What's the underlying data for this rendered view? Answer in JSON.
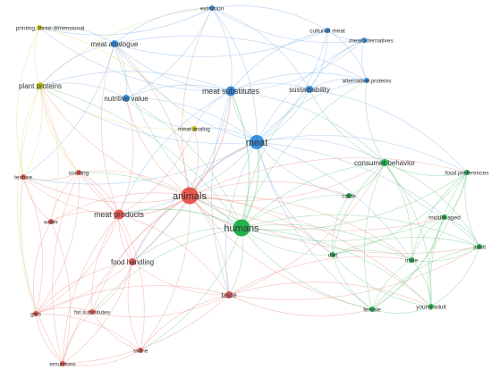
{
  "clusters": {
    "red": {
      "color": "#e8574f",
      "edge": "#ef9c97"
    },
    "green": {
      "color": "#23b14d",
      "edge": "#7fd08f"
    },
    "blue": {
      "color": "#3a8fde",
      "edge": "#8fbbe8"
    },
    "yellow": {
      "color": "#c9c41a",
      "edge": "#e2df83"
    }
  },
  "nodes": [
    {
      "id": "extrusion",
      "label": "extrusion",
      "cluster": "blue",
      "weight": 1
    },
    {
      "id": "cultured-meat",
      "label": "cultured meat",
      "cluster": "blue",
      "weight": 1
    },
    {
      "id": "meat-alternatives",
      "label": "meat alternatives",
      "cluster": "blue",
      "weight": 1
    },
    {
      "id": "printing",
      "label": "printing, three-dimensional",
      "cluster": "yellow",
      "weight": 1
    },
    {
      "id": "meat-analogue",
      "label": "meat analogue",
      "cluster": "blue",
      "weight": 2
    },
    {
      "id": "plant-proteins",
      "label": "plant proteins",
      "cluster": "yellow",
      "weight": 2
    },
    {
      "id": "nutritive-value",
      "label": "nutritive value",
      "cluster": "blue",
      "weight": 2
    },
    {
      "id": "meat-substitutes",
      "label": "meat substitutes",
      "cluster": "blue",
      "weight": 3
    },
    {
      "id": "sustainability",
      "label": "sustainability",
      "cluster": "blue",
      "weight": 2
    },
    {
      "id": "alternative-proteins",
      "label": "alternative proteins",
      "cluster": "blue",
      "weight": 1
    },
    {
      "id": "meat-analog",
      "label": "meat analog",
      "cluster": "yellow",
      "weight": 1
    },
    {
      "id": "meat",
      "label": "meat",
      "cluster": "blue",
      "weight": 4
    },
    {
      "id": "consumer-behavior",
      "label": "consumer behavior",
      "cluster": "green",
      "weight": 2
    },
    {
      "id": "food-preferences",
      "label": "food preferences",
      "cluster": "green",
      "weight": 1
    },
    {
      "id": "texture",
      "label": "texture",
      "cluster": "red",
      "weight": 1
    },
    {
      "id": "cooking",
      "label": "cooking",
      "cluster": "red",
      "weight": 1
    },
    {
      "id": "animals",
      "label": "animals",
      "cluster": "red",
      "weight": 5
    },
    {
      "id": "cattle",
      "label": "cattle",
      "cluster": "green",
      "weight": 1
    },
    {
      "id": "water",
      "label": "water",
      "cluster": "red",
      "weight": 1
    },
    {
      "id": "meat-products",
      "label": "meat products",
      "cluster": "red",
      "weight": 3
    },
    {
      "id": "humans",
      "label": "humans",
      "cluster": "green",
      "weight": 5
    },
    {
      "id": "middle-aged",
      "label": "middle aged",
      "cluster": "green",
      "weight": 1
    },
    {
      "id": "adult",
      "label": "adult",
      "cluster": "green",
      "weight": 1
    },
    {
      "id": "food-handling",
      "label": "food handling",
      "cluster": "red",
      "weight": 2
    },
    {
      "id": "diet",
      "label": "diet",
      "cluster": "green",
      "weight": 1
    },
    {
      "id": "male",
      "label": "male",
      "cluster": "green",
      "weight": 1
    },
    {
      "id": "taste",
      "label": "taste",
      "cluster": "red",
      "weight": 2
    },
    {
      "id": "female",
      "label": "female",
      "cluster": "green",
      "weight": 1
    },
    {
      "id": "young-adult",
      "label": "young adult",
      "cluster": "green",
      "weight": 1
    },
    {
      "id": "gels",
      "label": "gels",
      "cluster": "red",
      "weight": 1
    },
    {
      "id": "fat-substitutes",
      "label": "fat substitutes",
      "cluster": "red",
      "weight": 1
    },
    {
      "id": "swine",
      "label": "swine",
      "cluster": "red",
      "weight": 1
    },
    {
      "id": "emulsions",
      "label": "emulsions",
      "cluster": "red",
      "weight": 1
    }
  ],
  "edges": [
    [
      "animals",
      "meat-products"
    ],
    [
      "animals",
      "humans"
    ],
    [
      "animals",
      "meat"
    ],
    [
      "animals",
      "food-handling"
    ],
    [
      "animals",
      "taste"
    ],
    [
      "animals",
      "cooking"
    ],
    [
      "animals",
      "texture"
    ],
    [
      "animals",
      "water"
    ],
    [
      "animals",
      "gels"
    ],
    [
      "animals",
      "emulsions"
    ],
    [
      "animals",
      "swine"
    ],
    [
      "animals",
      "fat-substitutes"
    ],
    [
      "animals",
      "cattle"
    ],
    [
      "animals",
      "meat-substitutes"
    ],
    [
      "animals",
      "plant-proteins"
    ],
    [
      "animals",
      "meat-analog"
    ],
    [
      "animals",
      "nutritive-value"
    ],
    [
      "animals",
      "consumer-behavior"
    ],
    [
      "animals",
      "diet"
    ],
    [
      "animals",
      "female"
    ],
    [
      "animals",
      "male"
    ],
    [
      "animals",
      "adult"
    ],
    [
      "animals",
      "food-preferences"
    ],
    [
      "animals",
      "middle-aged"
    ],
    [
      "animals",
      "young-adult"
    ],
    [
      "animals",
      "meat-analogue"
    ],
    [
      "animals",
      "extrusion"
    ],
    [
      "meat-products",
      "food-handling"
    ],
    [
      "meat-products",
      "taste"
    ],
    [
      "meat-products",
      "cooking"
    ],
    [
      "meat-products",
      "texture"
    ],
    [
      "meat-products",
      "water"
    ],
    [
      "meat-products",
      "gels"
    ],
    [
      "meat-products",
      "emulsions"
    ],
    [
      "meat-products",
      "swine"
    ],
    [
      "meat-products",
      "fat-substitutes"
    ],
    [
      "meat-products",
      "humans"
    ],
    [
      "meat-products",
      "meat"
    ],
    [
      "meat-products",
      "plant-proteins"
    ],
    [
      "food-handling",
      "taste"
    ],
    [
      "food-handling",
      "fat-substitutes"
    ],
    [
      "food-handling",
      "gels"
    ],
    [
      "food-handling",
      "emulsions"
    ],
    [
      "food-handling",
      "swine"
    ],
    [
      "food-handling",
      "humans"
    ],
    [
      "food-handling",
      "cooking"
    ],
    [
      "food-handling",
      "meat"
    ],
    [
      "taste",
      "humans"
    ],
    [
      "taste",
      "fat-substitutes"
    ],
    [
      "taste",
      "swine"
    ],
    [
      "taste",
      "emulsions"
    ],
    [
      "taste",
      "gels"
    ],
    [
      "taste",
      "meat"
    ],
    [
      "taste",
      "female"
    ],
    [
      "taste",
      "male"
    ],
    [
      "taste",
      "consumer-behavior"
    ],
    [
      "taste",
      "young-adult"
    ],
    [
      "taste",
      "adult"
    ],
    [
      "cooking",
      "texture"
    ],
    [
      "cooking",
      "water"
    ],
    [
      "cooking",
      "gels"
    ],
    [
      "cooking",
      "emulsions"
    ],
    [
      "cooking",
      "humans"
    ],
    [
      "texture",
      "water"
    ],
    [
      "texture",
      "gels"
    ],
    [
      "texture",
      "emulsions"
    ],
    [
      "texture",
      "plant-proteins"
    ],
    [
      "water",
      "gels"
    ],
    [
      "water",
      "emulsions"
    ],
    [
      "gels",
      "emulsions"
    ],
    [
      "gels",
      "fat-substitutes"
    ],
    [
      "fat-substitutes",
      "emulsions"
    ],
    [
      "swine",
      "emulsions"
    ],
    [
      "swine",
      "gels"
    ],
    [
      "swine",
      "fat-substitutes"
    ],
    [
      "humans",
      "meat"
    ],
    [
      "humans",
      "consumer-behavior"
    ],
    [
      "humans",
      "food-preferences"
    ],
    [
      "humans",
      "cattle"
    ],
    [
      "humans",
      "middle-aged"
    ],
    [
      "humans",
      "adult"
    ],
    [
      "humans",
      "diet"
    ],
    [
      "humans",
      "male"
    ],
    [
      "humans",
      "female"
    ],
    [
      "humans",
      "young-adult"
    ],
    [
      "humans",
      "meat-substitutes"
    ],
    [
      "humans",
      "sustainability"
    ],
    [
      "humans",
      "nutritive-value"
    ],
    [
      "humans",
      "meat-analogue"
    ],
    [
      "humans",
      "plant-proteins"
    ],
    [
      "humans",
      "swine"
    ],
    [
      "humans",
      "fat-substitutes"
    ],
    [
      "humans",
      "alternative-proteins"
    ],
    [
      "consumer-behavior",
      "food-preferences"
    ],
    [
      "consumer-behavior",
      "cattle"
    ],
    [
      "consumer-behavior",
      "middle-aged"
    ],
    [
      "consumer-behavior",
      "adult"
    ],
    [
      "consumer-behavior",
      "diet"
    ],
    [
      "consumer-behavior",
      "male"
    ],
    [
      "consumer-behavior",
      "female"
    ],
    [
      "consumer-behavior",
      "young-adult"
    ],
    [
      "consumer-behavior",
      "meat"
    ],
    [
      "consumer-behavior",
      "sustainability"
    ],
    [
      "consumer-behavior",
      "meat-substitutes"
    ],
    [
      "consumer-behavior",
      "alternative-proteins"
    ],
    [
      "food-preferences",
      "adult"
    ],
    [
      "food-preferences",
      "middle-aged"
    ],
    [
      "food-preferences",
      "male"
    ],
    [
      "food-preferences",
      "female"
    ],
    [
      "food-preferences",
      "young-adult"
    ],
    [
      "food-preferences",
      "diet"
    ],
    [
      "food-preferences",
      "meat"
    ],
    [
      "middle-aged",
      "adult"
    ],
    [
      "middle-aged",
      "male"
    ],
    [
      "middle-aged",
      "female"
    ],
    [
      "middle-aged",
      "young-adult"
    ],
    [
      "adult",
      "male"
    ],
    [
      "adult",
      "female"
    ],
    [
      "adult",
      "young-adult"
    ],
    [
      "male",
      "female"
    ],
    [
      "male",
      "young-adult"
    ],
    [
      "female",
      "young-adult"
    ],
    [
      "diet",
      "male"
    ],
    [
      "diet",
      "female"
    ],
    [
      "diet",
      "adult"
    ],
    [
      "diet",
      "young-adult"
    ],
    [
      "cattle",
      "meat"
    ],
    [
      "cattle",
      "diet"
    ],
    [
      "meat",
      "meat-substitutes"
    ],
    [
      "meat",
      "sustainability"
    ],
    [
      "meat",
      "alternative-proteins"
    ],
    [
      "meat",
      "cultured-meat"
    ],
    [
      "meat",
      "meat-alternatives"
    ],
    [
      "meat",
      "extrusion"
    ],
    [
      "meat",
      "meat-analogue"
    ],
    [
      "meat",
      "nutritive-value"
    ],
    [
      "meat",
      "plant-proteins"
    ],
    [
      "meat",
      "meat-analog"
    ],
    [
      "meat",
      "texture"
    ],
    [
      "meat",
      "diet"
    ],
    [
      "meat",
      "male"
    ],
    [
      "meat",
      "female"
    ],
    [
      "meat",
      "adult"
    ],
    [
      "meat-substitutes",
      "nutritive-value"
    ],
    [
      "meat-substitutes",
      "meat-analogue"
    ],
    [
      "meat-substitutes",
      "plant-proteins"
    ],
    [
      "meat-substitutes",
      "sustainability"
    ],
    [
      "meat-substitutes",
      "extrusion"
    ],
    [
      "meat-substitutes",
      "cultured-meat"
    ],
    [
      "meat-substitutes",
      "meat-alternatives"
    ],
    [
      "meat-substitutes",
      "alternative-proteins"
    ],
    [
      "meat-substitutes",
      "meat-analog"
    ],
    [
      "meat-substitutes",
      "printing"
    ],
    [
      "meat-substitutes",
      "meat-products"
    ],
    [
      "meat-substitutes",
      "food-handling"
    ],
    [
      "meat-substitutes",
      "taste"
    ],
    [
      "sustainability",
      "alternative-proteins"
    ],
    [
      "sustainability",
      "cultured-meat"
    ],
    [
      "sustainability",
      "meat-alternatives"
    ],
    [
      "sustainability",
      "extrusion"
    ],
    [
      "sustainability",
      "food-preferences"
    ],
    [
      "cultured-meat",
      "meat-alternatives"
    ],
    [
      "cultured-meat",
      "alternative-proteins"
    ],
    [
      "cultured-meat",
      "extrusion"
    ],
    [
      "cultured-meat",
      "meat-analogue"
    ],
    [
      "meat-alternatives",
      "alternative-proteins"
    ],
    [
      "meat-alternatives",
      "extrusion"
    ],
    [
      "extrusion",
      "meat-analogue"
    ],
    [
      "extrusion",
      "nutritive-value"
    ],
    [
      "extrusion",
      "plant-proteins"
    ],
    [
      "extrusion",
      "printing"
    ],
    [
      "meat-analogue",
      "plant-proteins"
    ],
    [
      "meat-analogue",
      "nutritive-value"
    ],
    [
      "meat-analogue",
      "printing"
    ],
    [
      "meat-analogue",
      "texture"
    ],
    [
      "meat-analogue",
      "meat-products"
    ],
    [
      "meat-analogue",
      "alternative-proteins"
    ],
    [
      "nutritive-value",
      "plant-proteins"
    ],
    [
      "nutritive-value",
      "meat-products"
    ],
    [
      "nutritive-value",
      "meat-analog"
    ],
    [
      "plant-proteins",
      "printing"
    ],
    [
      "plant-proteins",
      "meat-analog"
    ],
    [
      "plant-proteins",
      "texture"
    ],
    [
      "plant-proteins",
      "cooking"
    ],
    [
      "plant-proteins",
      "water"
    ],
    [
      "plant-proteins",
      "gels"
    ],
    [
      "printing",
      "meat-analog"
    ],
    [
      "printing",
      "texture"
    ],
    [
      "meat-analog",
      "meat-products"
    ]
  ]
}
